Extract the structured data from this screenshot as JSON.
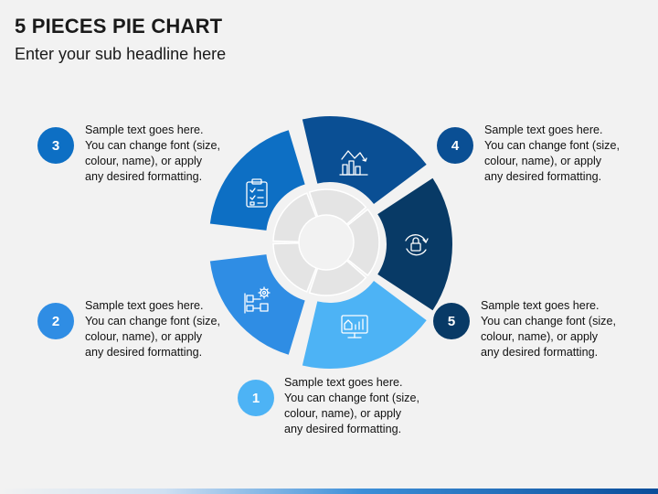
{
  "title": "5 PIECES PIE CHART",
  "subtitle": "Enter your sub headline here",
  "items": [
    {
      "number": "1",
      "lines": [
        "Sample text goes here.",
        "You can change font (size,",
        "colour, name), or apply",
        "any desired formatting."
      ],
      "color": "#4db3f5",
      "icon": "dashboard-monitor-icon"
    },
    {
      "number": "2",
      "lines": [
        "Sample text goes here.",
        "You can change font (size,",
        "colour, name), or apply",
        "any desired formatting."
      ],
      "color": "#2f8de4",
      "icon": "process-gear-icon"
    },
    {
      "number": "3",
      "lines": [
        "Sample text goes here.",
        "You can change font (size,",
        "colour, name), or apply",
        "any desired formatting."
      ],
      "color": "#0d6fc4",
      "icon": "clipboard-checklist-icon"
    },
    {
      "number": "4",
      "lines": [
        "Sample text goes here.",
        "You can change font (size,",
        "colour, name), or apply",
        "any desired formatting."
      ],
      "color": "#0a4f94",
      "icon": "bar-chart-trend-icon"
    },
    {
      "number": "5",
      "lines": [
        "Sample text goes here.",
        "You can change font (size,",
        "colour, name), or apply",
        "any desired formatting."
      ],
      "color": "#083a66",
      "icon": "lock-refresh-icon"
    }
  ]
}
